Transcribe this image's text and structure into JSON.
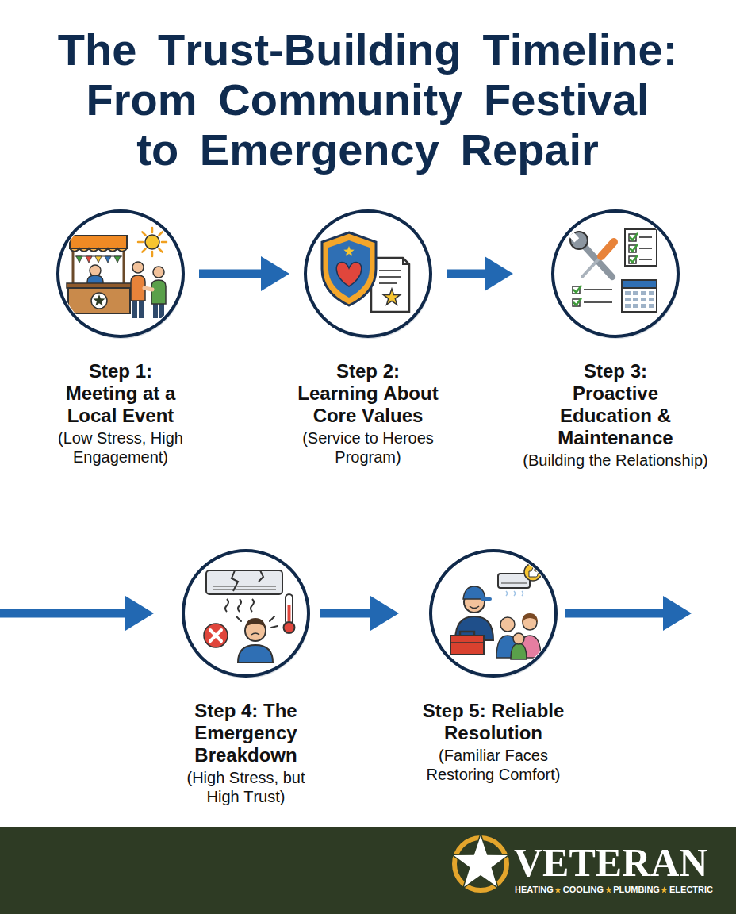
{
  "diagram": {
    "title": "The Trust-Building Timeline: From Community Festival to Emergency Repair",
    "nodes": [
      {
        "text": [
          "Step 1: Meeting at a Local Event",
          "(Low Stress, High Engagement)"
        ]
      },
      {
        "text": [
          "Step 2: Learning About Core Values",
          "(Service to Heroes Program)"
        ]
      },
      {
        "text": [
          "Step 3: Proactive Education & Maintenance",
          "(Building the Relationship)"
        ]
      },
      {
        "text": [
          "Step 4: The Emergency Breakdown",
          "(High Stress, but High Trust)"
        ]
      },
      {
        "text": [
          "Step 5: Reliable Resolution",
          "(Familiar Faces Restoring Comfort)"
        ]
      }
    ],
    "edges": [
      {
        "from": 0,
        "to": 1,
        "arrow": "to"
      },
      {
        "from": 1,
        "to": 2,
        "arrow": "to"
      },
      {
        "from": 3,
        "to": 4,
        "arrow": "to"
      }
    ],
    "labels": [
      "VETERAN",
      "HEATING",
      "COOLING",
      "PLUMBING",
      "ELECTRIC"
    ]
  }
}
